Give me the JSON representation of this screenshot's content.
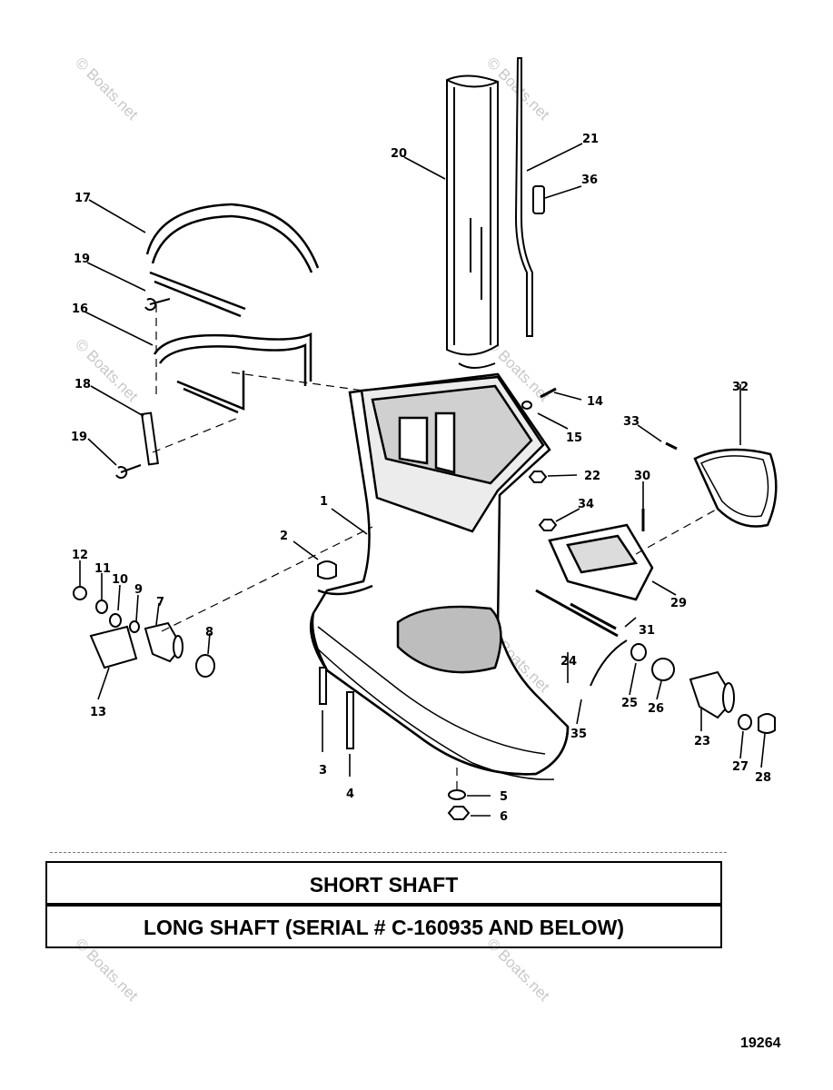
{
  "watermark": "© Boats.net",
  "callouts": [
    "1",
    "2",
    "3",
    "4",
    "5",
    "6",
    "7",
    "8",
    "9",
    "10",
    "11",
    "12",
    "13",
    "14",
    "15",
    "16",
    "17",
    "18",
    "19",
    "19",
    "20",
    "21",
    "22",
    "23",
    "24",
    "25",
    "26",
    "27",
    "28",
    "29",
    "30",
    "31",
    "32",
    "33",
    "34",
    "35",
    "36"
  ],
  "legend": {
    "short": "SHORT SHAFT",
    "long": "LONG SHAFT (SERIAL # C-160935 AND BELOW)"
  },
  "drawing_number": "19264"
}
